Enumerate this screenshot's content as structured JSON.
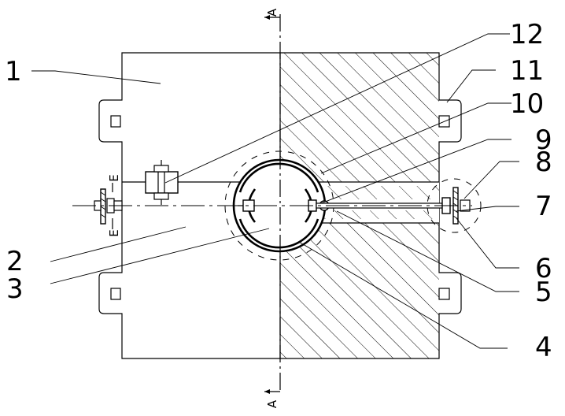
{
  "section_mark": "A",
  "small_marks": {
    "top": "E",
    "bottom": "E"
  },
  "callouts": [
    {
      "id": "1",
      "label": "1"
    },
    {
      "id": "2",
      "label": "2"
    },
    {
      "id": "3",
      "label": "3"
    },
    {
      "id": "4",
      "label": "4"
    },
    {
      "id": "5",
      "label": "5"
    },
    {
      "id": "6",
      "label": "6"
    },
    {
      "id": "7",
      "label": "7"
    },
    {
      "id": "8",
      "label": "8"
    },
    {
      "id": "9",
      "label": "9"
    },
    {
      "id": "10",
      "label": "10"
    },
    {
      "id": "11",
      "label": "11"
    },
    {
      "id": "12",
      "label": "12"
    }
  ]
}
